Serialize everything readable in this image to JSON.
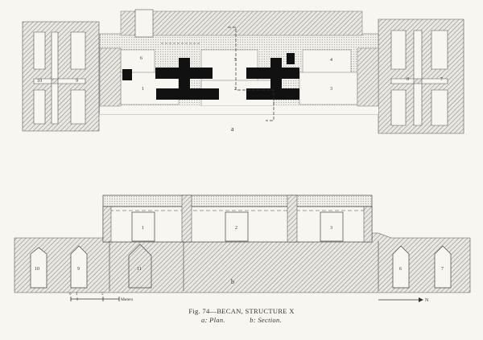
{
  "plan": {
    "label": "a",
    "rooms": [
      "10",
      "9",
      "6",
      "1",
      "5",
      "2",
      "4",
      "3",
      "8",
      "7"
    ]
  },
  "section": {
    "label": "b",
    "rooms": [
      "10",
      "9",
      "11",
      "1",
      "2",
      "3",
      "6",
      "7"
    ]
  },
  "scale": {
    "ticks": [
      "0",
      "1",
      "5"
    ],
    "unit": "Meters"
  },
  "north": "N",
  "caption": {
    "title": "Fig. 74—BECAN, STRUCTURE X",
    "a": "a: Plan.",
    "b": "b: Section."
  },
  "colors": {
    "wall": "#111111",
    "rubble": "#8d8d8d",
    "paper": "#f7f6f1",
    "line": "#333333"
  }
}
